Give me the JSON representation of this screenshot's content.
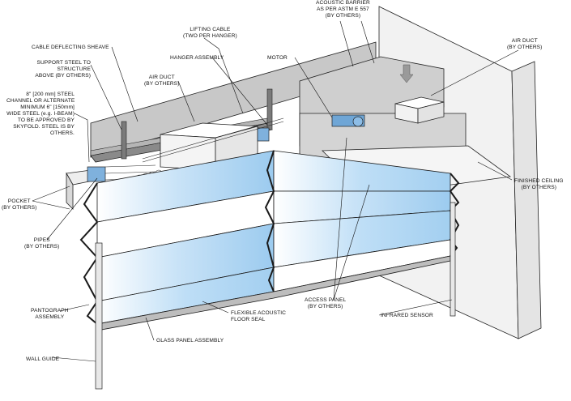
{
  "labels": {
    "acoustic_barrier": [
      "ACOUSTIC BARRIER",
      "AS PER ASTM E 557",
      "(BY OTHERS)"
    ],
    "lifting_cable": [
      "LIFTING CABLE",
      "(TWO PER HANGER)"
    ],
    "cable_deflecting_sheave": [
      "CABLE DEFLECTING SHEAVE"
    ],
    "support_steel": [
      "SUPPORT STEEL TO",
      "STRUCTURE",
      "ABOVE (BY OTHERS)"
    ],
    "steel_channel": [
      "8\" [200 mm] STEEL",
      "CHANNEL OR ALTERNATE",
      "MINIMUM 6\" [150mm]",
      "WIDE STEEL (e.g. I-BEAM)",
      "TO BE APPROVED BY",
      "SKYFOLD. STEEL IS BY",
      "OTHERS."
    ],
    "hanger_assembly": [
      "HANGER ASSEMBLY"
    ],
    "motor": [
      "MOTOR"
    ],
    "air_duct_left": [
      "AIR DUCT",
      "(BY OTHERS)"
    ],
    "air_duct_right": [
      "AIR DUCT",
      "(BY OTHERS)"
    ],
    "finished_ceiling": [
      "FINISHED CEILING",
      "(BY OTHERS)"
    ],
    "pocket": [
      "POCKET",
      "(BY OTHERS)"
    ],
    "pipes": [
      "PIPES",
      "(BY OTHERS)"
    ],
    "pantograph_assembly": [
      "PANTOGRAPH",
      "ASSEMBLY"
    ],
    "flexible_acoustic_floor_seal": [
      "FLEXIBLE ACOUSTIC",
      "FLOOR SEAL"
    ],
    "access_panel": [
      "ACCESS PANEL",
      "(BY OTHERS)"
    ],
    "infrared_sensor": [
      "INFRARED SENSOR"
    ],
    "glass_panel_assembly": [
      "GLASS PANEL ASSEMBLY"
    ],
    "wall_guide": [
      "WALL GUIDE"
    ]
  },
  "colors": {
    "line": "#1a1a1a",
    "wall": "#f1f1f1",
    "barrier": "#c9c9c9",
    "barrier_dark": "#a9a9a9",
    "glass_light": "#ffffff",
    "glass_blue": "#a9d3f2",
    "steel": "#7b7b7b",
    "motor": "#6fa6d6"
  }
}
